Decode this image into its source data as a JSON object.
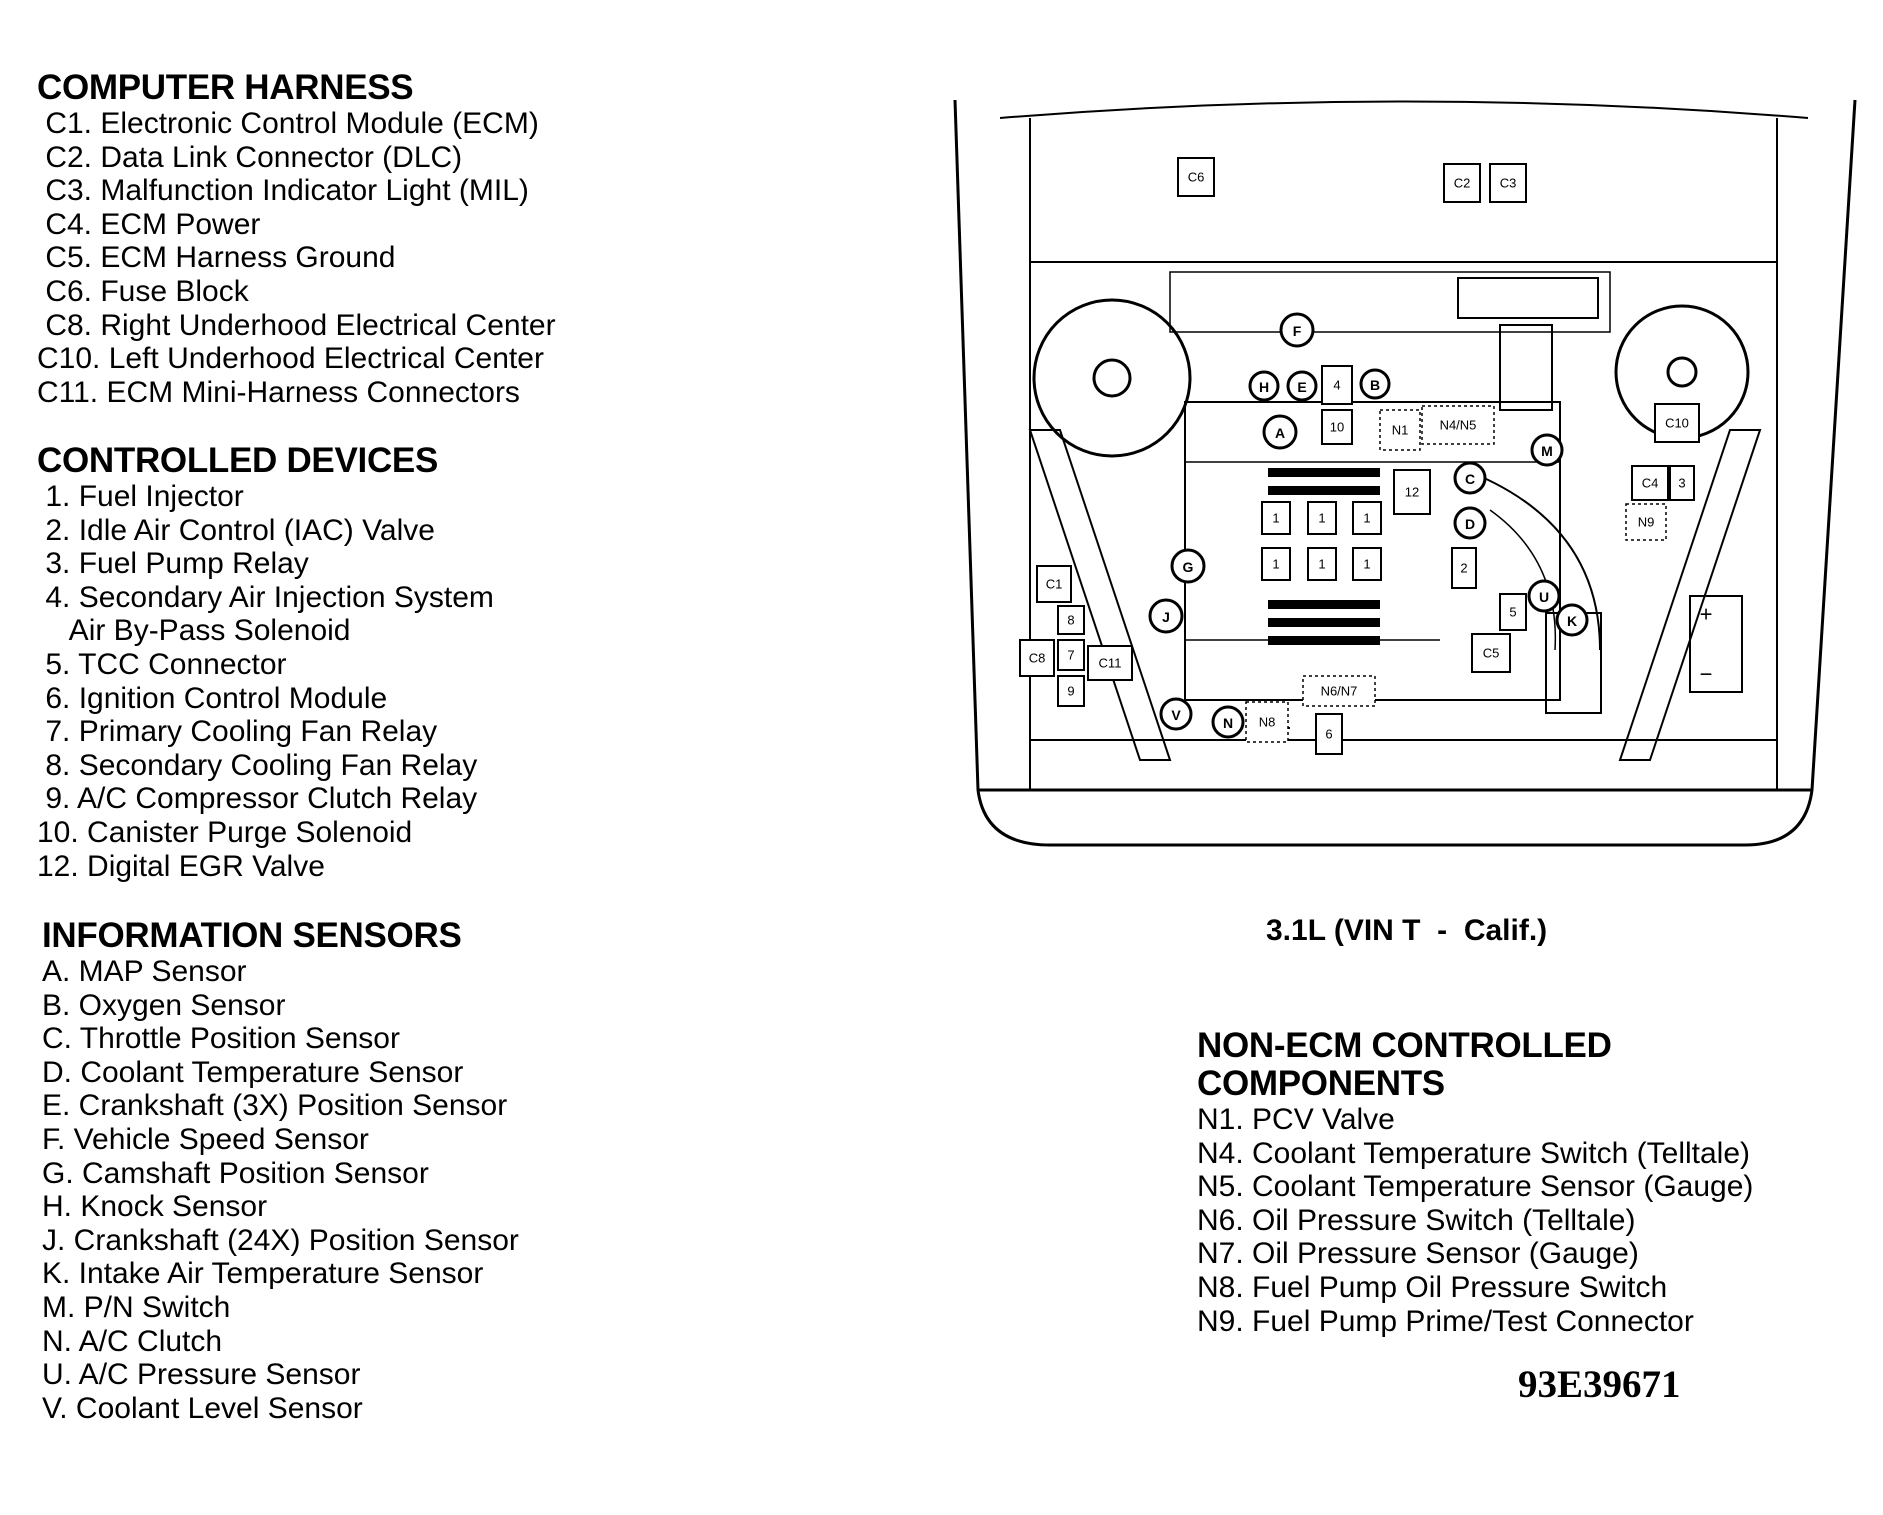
{
  "computer_harness": {
    "heading": "COMPUTER HARNESS",
    "items": [
      " C1. Electronic Control Module (ECM)",
      " C2. Data Link Connector (DLC)",
      " C3. Malfunction Indicator Light (MIL)",
      " C4. ECM Power",
      " C5. ECM Harness Ground",
      " C6. Fuse Block",
      " C8. Right Underhood Electrical Center",
      "C10. Left Underhood Electrical Center",
      "C11. ECM Mini-Harness Connectors"
    ]
  },
  "controlled_devices": {
    "heading": "CONTROLLED DEVICES",
    "items": [
      " 1. Fuel Injector",
      " 2. Idle Air Control (IAC) Valve",
      " 3. Fuel Pump Relay",
      " 4. Secondary Air Injection System",
      "    Air By-Pass Solenoid",
      " 5. TCC Connector",
      " 6. Ignition Control Module",
      " 7. Primary Cooling Fan Relay",
      " 8. Secondary Cooling Fan Relay",
      " 9. A/C Compressor Clutch Relay",
      "10. Canister Purge Solenoid",
      "12. Digital EGR Valve"
    ]
  },
  "information_sensors": {
    "heading": "INFORMATION SENSORS",
    "items": [
      "A. MAP Sensor",
      "B. Oxygen Sensor",
      "C. Throttle Position Sensor",
      "D. Coolant Temperature Sensor",
      "E. Crankshaft (3X) Position Sensor",
      "F. Vehicle Speed Sensor",
      "G. Camshaft Position Sensor",
      "H. Knock Sensor",
      "J. Crankshaft (24X) Position Sensor",
      "K. Intake Air Temperature Sensor",
      "M. P/N Switch",
      "N. A/C Clutch",
      "U. A/C Pressure Sensor",
      "V. Coolant Level Sensor"
    ]
  },
  "diagram": {
    "caption": "3.1L (VIN T  -  Calif.)",
    "box_labels": {
      "c6": "C6",
      "c2": "C2",
      "c3": "C3",
      "c10": "C10",
      "c4": "C4",
      "r3": "3",
      "n9": "N9",
      "c1": "C1",
      "r8": "8",
      "r7": "7",
      "r9": "9",
      "c8": "C8",
      "c11": "C11",
      "r4": "4",
      "r10": "10",
      "n1": "N1",
      "n4n5": "N4/N5",
      "r12": "12",
      "r2": "2",
      "r5": "5",
      "c5": "C5",
      "n6n7": "N6/N7",
      "n8": "N8",
      "r6": "6",
      "inj": "1",
      "plus": "+",
      "minus": "−"
    },
    "circle_labels": {
      "f": "F",
      "h": "H",
      "e": "E",
      "b": "B",
      "a": "A",
      "m": "M",
      "c": "C",
      "d": "D",
      "g": "G",
      "j": "J",
      "u": "U",
      "k": "K",
      "v": "V",
      "n": "N"
    }
  },
  "non_ecm": {
    "heading_line1": "NON-ECM CONTROLLED",
    "heading_line2": "COMPONENTS",
    "items": [
      "N1. PCV Valve",
      "N4. Coolant Temperature Switch (Telltale)",
      "N5. Coolant Temperature Sensor (Gauge)",
      "N6. Oil Pressure Switch (Telltale)",
      "N7. Oil Pressure Sensor (Gauge)",
      "N8. Fuel Pump Oil Pressure Switch",
      "N9. Fuel Pump Prime/Test Connector"
    ]
  },
  "doc_id": "93E39671"
}
